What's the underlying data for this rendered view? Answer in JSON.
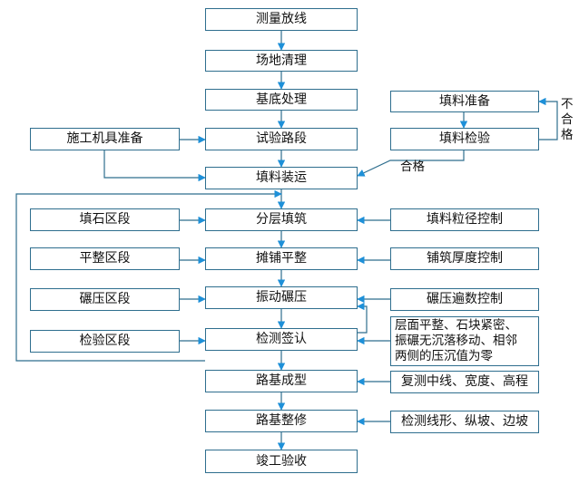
{
  "main_flow": {
    "survey": "测量放线",
    "clearing": "场地清理",
    "base_treatment": "基底处理",
    "test_section": "试验路段",
    "fill_transport": "填料装运",
    "layered_filling": "分层填筑",
    "spreading": "摊铺平整",
    "vibration": "振动碾压",
    "inspection": "检测签认",
    "forming": "路基成型",
    "trimming": "路基整修",
    "acceptance": "竣工验收"
  },
  "left_side": {
    "machinery_prep": "施工机具准备",
    "rock_fill_zone": "填石区段",
    "leveling_zone": "平整区段",
    "compaction_zone": "碾压区段",
    "inspection_zone": "检验区段"
  },
  "right_side": {
    "fill_prep": "填料准备",
    "fill_test": "填料检验",
    "grain_control": "填料粒径控制",
    "thickness_control": "铺筑厚度控制",
    "pass_control": "碾压遍数控制",
    "inspection_criteria": [
      "层面平整、石块紧密、",
      "振碾无沉落移动、相邻",
      "两侧的压沉值为零"
    ],
    "recheck": "复测中线、宽度、高程",
    "line_check": "检测线形、纵坡、边坡"
  },
  "edge_labels": {
    "pass": "合格",
    "fail_chars": [
      "不",
      "合",
      "格"
    ]
  },
  "colors": {
    "stroke": "#2e6e8e",
    "arrow": "#1e90d8"
  }
}
